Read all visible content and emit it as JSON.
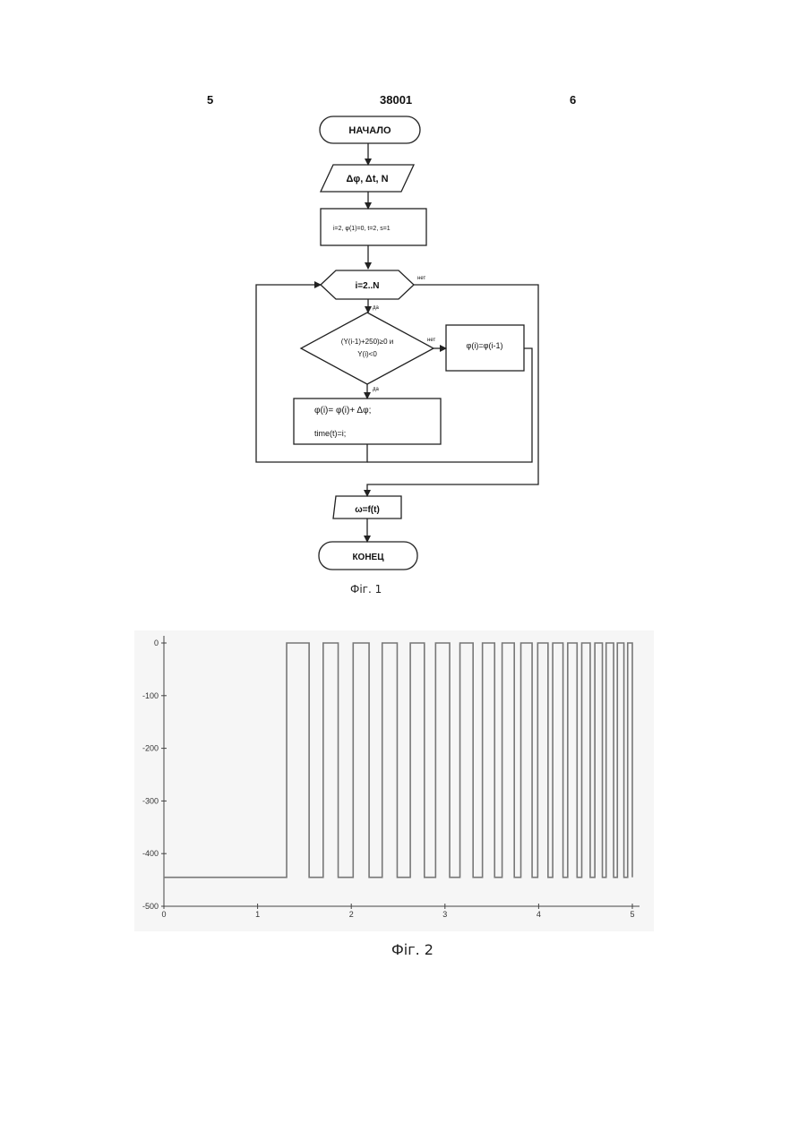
{
  "header": {
    "left_page": "5",
    "doc_number": "38001",
    "right_page": "6"
  },
  "flowchart": {
    "start": "НАЧАЛО",
    "input": "Δφ, Δt, N",
    "init": "i=2, φ(1)=0, t=2, s=1",
    "loop": "i=2..N",
    "loop_no": "нет",
    "loop_yes": "да",
    "condition_line1": "(Y(i-1)+250)≥0 и",
    "condition_line2": "Y(i)<0",
    "cond_no": "нет",
    "cond_yes": "да",
    "else_block": "φ(i)=φ(i-1)",
    "then_line1": "φ(i)= φ(i)+ Δφ;",
    "then_line2": "time(t)=i;",
    "output": "ω=f(t)",
    "end": "КОНЕЦ",
    "caption": "Фіг. 1"
  },
  "chart_data": {
    "type": "line",
    "title": "",
    "xlabel": "",
    "ylabel": "",
    "xlim": [
      0,
      5
    ],
    "ylim": [
      -500,
      0
    ],
    "xticks": [
      "0",
      "1",
      "2",
      "3",
      "4",
      "5"
    ],
    "yticks": [
      "0",
      "-100",
      "-200",
      "-300",
      "-400",
      "-500"
    ],
    "low_level": -445,
    "high_level": 0,
    "pulses": [
      [
        1.31,
        1.55
      ],
      [
        1.7,
        1.86
      ],
      [
        2.02,
        2.19
      ],
      [
        2.33,
        2.49
      ],
      [
        2.63,
        2.78
      ],
      [
        2.9,
        3.05
      ],
      [
        3.16,
        3.3
      ],
      [
        3.4,
        3.53
      ],
      [
        3.61,
        3.74
      ],
      [
        3.81,
        3.93
      ],
      [
        3.99,
        4.1
      ],
      [
        4.15,
        4.26
      ],
      [
        4.31,
        4.41
      ],
      [
        4.46,
        4.55
      ],
      [
        4.6,
        4.68
      ],
      [
        4.72,
        4.8
      ],
      [
        4.84,
        4.91
      ],
      [
        4.95,
        5.0
      ]
    ],
    "caption": "Фіг. 2"
  }
}
